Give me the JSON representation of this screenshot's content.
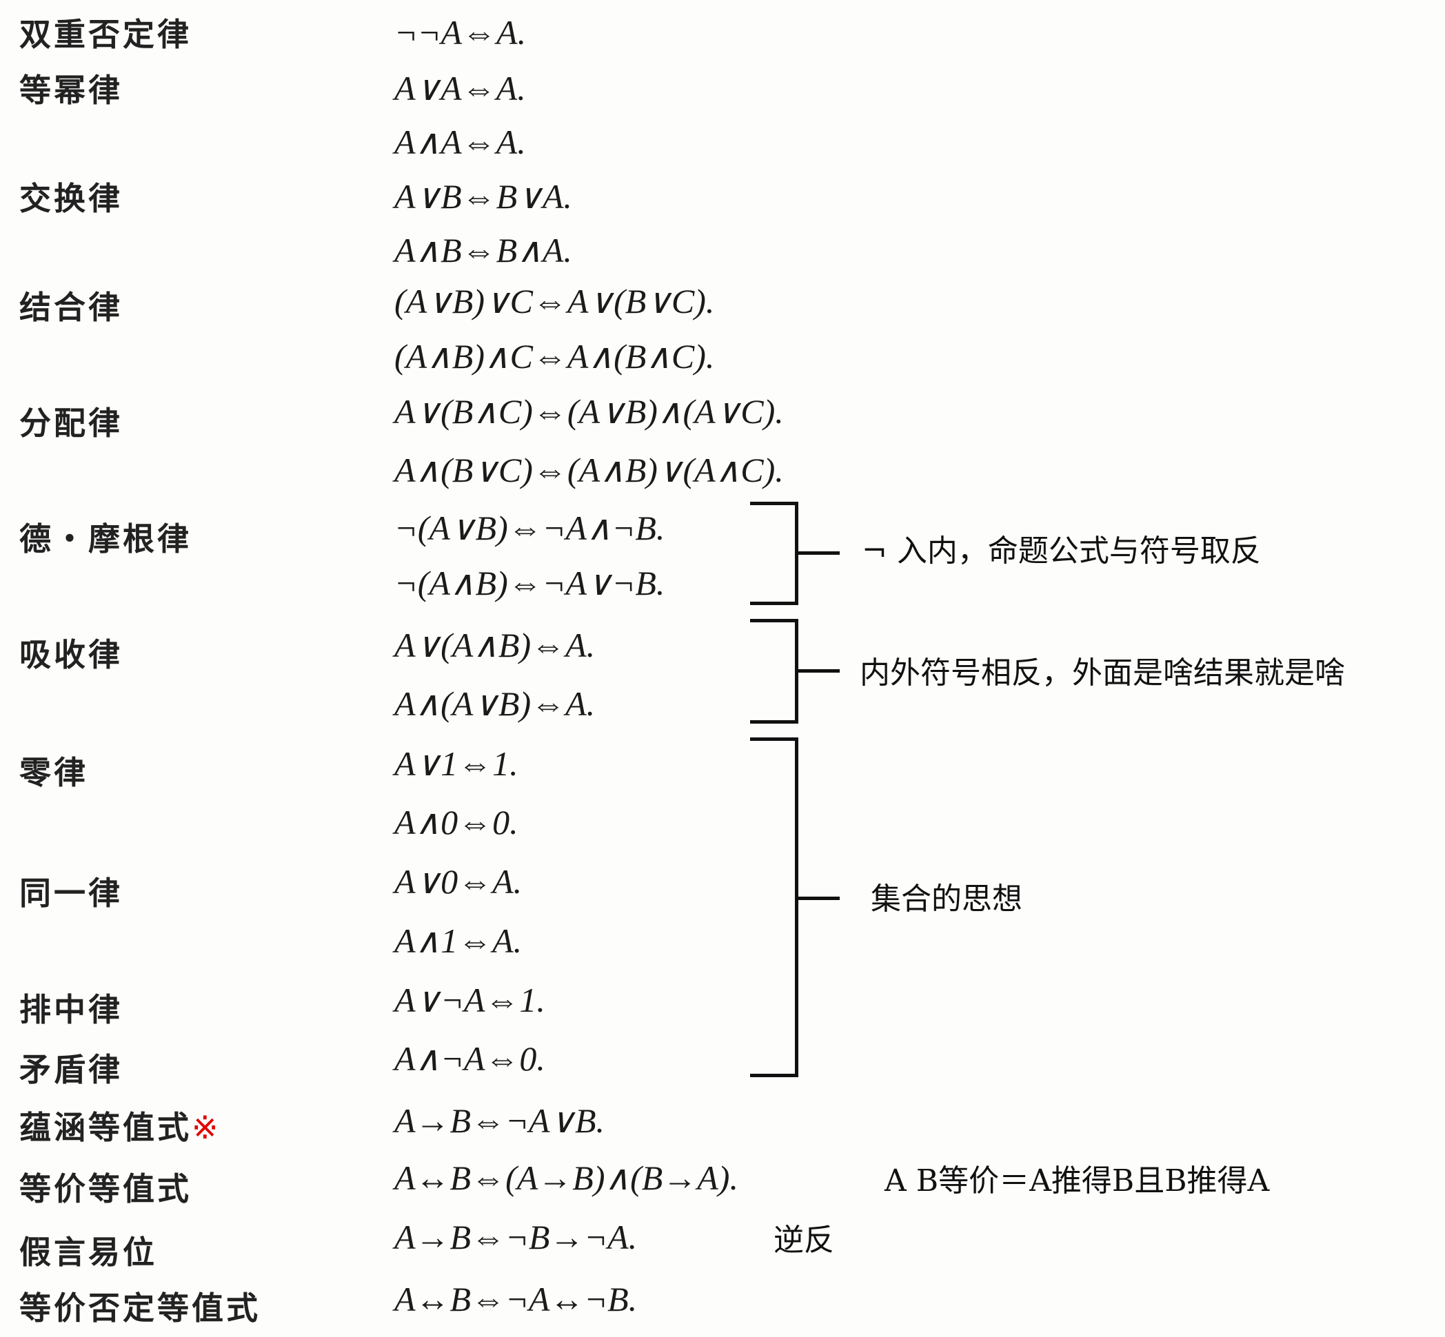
{
  "laws": [
    {
      "name": "双重否定律",
      "formulas": [
        "¬¬A⇔A."
      ]
    },
    {
      "name": "等幂律",
      "formulas": [
        "A∨A⇔A.",
        "A∧A⇔A."
      ]
    },
    {
      "name": "交换律",
      "formulas": [
        "A∨B⇔B∨A.",
        "A∧B⇔B∧A."
      ]
    },
    {
      "name": "结合律",
      "formulas": [
        "(A∨B)∨C⇔A∨(B∨C).",
        "(A∧B)∧C⇔A∧(B∧C)."
      ]
    },
    {
      "name": "分配律",
      "formulas": [
        "A∨(B∧C)⇔(A∨B)∧(A∨C).",
        "A∧(B∨C)⇔(A∧B)∨(A∧C)."
      ]
    },
    {
      "name": "德・摩根律",
      "formulas": [
        "¬(A∨B)⇔¬A∧¬B.",
        "¬(A∧B)⇔¬A∨¬B."
      ]
    },
    {
      "name": "吸收律",
      "formulas": [
        "A∨(A∧B)⇔A.",
        "A∧(A∨B)⇔A."
      ]
    },
    {
      "name": "零律",
      "formulas": [
        "A∨1⇔1.",
        "A∧0⇔0."
      ]
    },
    {
      "name": "同一律",
      "formulas": [
        "A∨0⇔A.",
        "A∧1⇔A."
      ]
    },
    {
      "name": "排中律",
      "formulas": [
        "A∨¬A⇔1."
      ]
    },
    {
      "name": "矛盾律",
      "formulas": [
        "A∧¬A⇔0."
      ]
    },
    {
      "name": "蕴涵等值式",
      "mark": "※",
      "formulas": [
        "A→B⇔¬A∨B."
      ]
    },
    {
      "name": "等价等值式",
      "formulas": [
        "A↔B⇔(A→B)∧(B→A)."
      ]
    },
    {
      "name": "假言易位",
      "formulas": [
        "A→B⇔¬B→¬A."
      ]
    },
    {
      "name": "等价否定等值式",
      "formulas": [
        "A↔B⇔¬A↔¬B."
      ]
    }
  ],
  "notes": {
    "de_morgan": "¬ 入内，命题公式与符号取反",
    "absorption": "内外符号相反，外面是啥结果就是啥",
    "set_idea": "集合的思想",
    "equivalence": "A B等价＝A推得B且B推得A",
    "contrapositive": "逆反"
  },
  "colors": {
    "mark": "#e00000",
    "text": "#1a1a1a"
  }
}
